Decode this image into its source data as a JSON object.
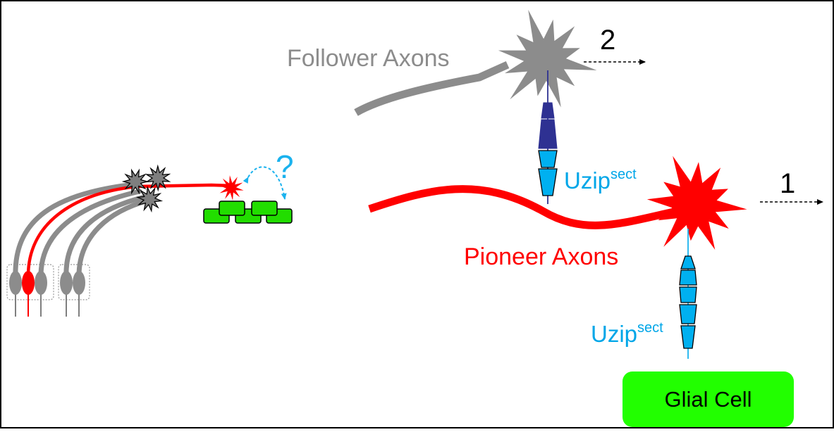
{
  "labels": {
    "follower_axons": "Follower Axons",
    "pioneer_axons": "Pioneer Axons",
    "uzip_base": "Uzip",
    "uzip_superscript": "sect",
    "number_one": "1",
    "number_two": "2",
    "question_mark": "?",
    "glial_cell": "Glial Cell"
  },
  "colors": {
    "pioneer": "#ff0000",
    "follower": "#8c8c8c",
    "uzip_light": "#00b0f0",
    "uzip_dark": "#2e3192",
    "glial": "#22ff00",
    "question": "#1ab2ee"
  }
}
